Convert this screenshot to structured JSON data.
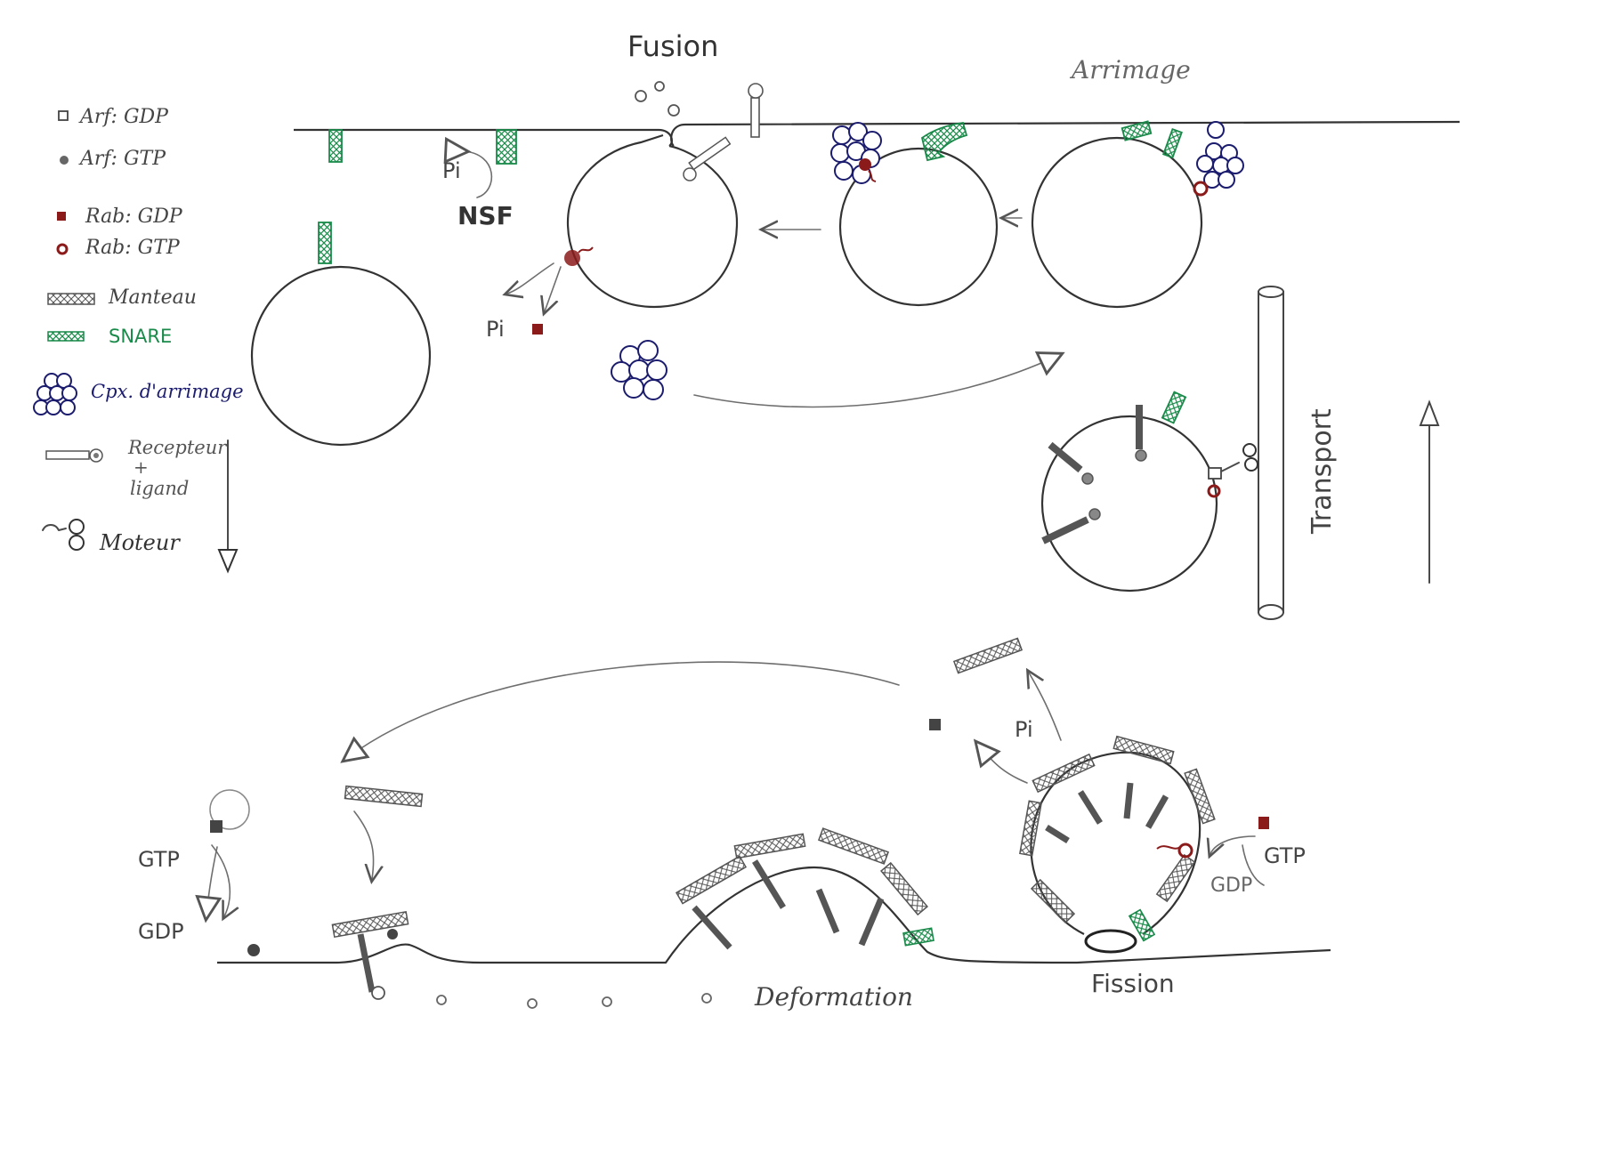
{
  "labels": {
    "fusion": "Fusion",
    "arrimage": "Arrimage",
    "transport": "Transport",
    "deformation": "Deformation",
    "fission": "Fission",
    "nsf": "NSF",
    "pi": "Pi",
    "gtp": "GTP",
    "gdp": "GDP"
  },
  "legend": {
    "items": [
      {
        "label": "Arf: GDP",
        "icon": "square-gray-icon",
        "color": "#555555"
      },
      {
        "label": "Arf: GTP",
        "icon": "dot-gray-icon",
        "color": "#555555"
      },
      {
        "label": "Rab: GDP",
        "icon": "square-red-icon",
        "color": "#8b1a1a"
      },
      {
        "label": "Rab: GTP",
        "icon": "dot-red-icon",
        "color": "#8b1a1a"
      },
      {
        "label": "Manteau",
        "icon": "coat-bar-icon",
        "color": "#555555"
      },
      {
        "label": "SNARE",
        "icon": "snare-bar-icon",
        "color": "#1a8a4a"
      },
      {
        "label": "Cpx. d'arrimage",
        "icon": "tether-cluster-icon",
        "color": "#1c1c6e"
      },
      {
        "label": "Recepteur",
        "icon": "receptor-icon",
        "color": "#555555"
      },
      {
        "label": "+",
        "icon": "",
        "color": "#555555"
      },
      {
        "label": "ligand",
        "icon": "",
        "color": "#555555"
      },
      {
        "label": "Moteur",
        "icon": "motor-icon",
        "color": "#333333"
      }
    ]
  },
  "colors": {
    "snare": "#1a8a4a",
    "rab": "#8b1a1a",
    "tether": "#1c1c6e",
    "pencil": "#4a4a4a"
  }
}
